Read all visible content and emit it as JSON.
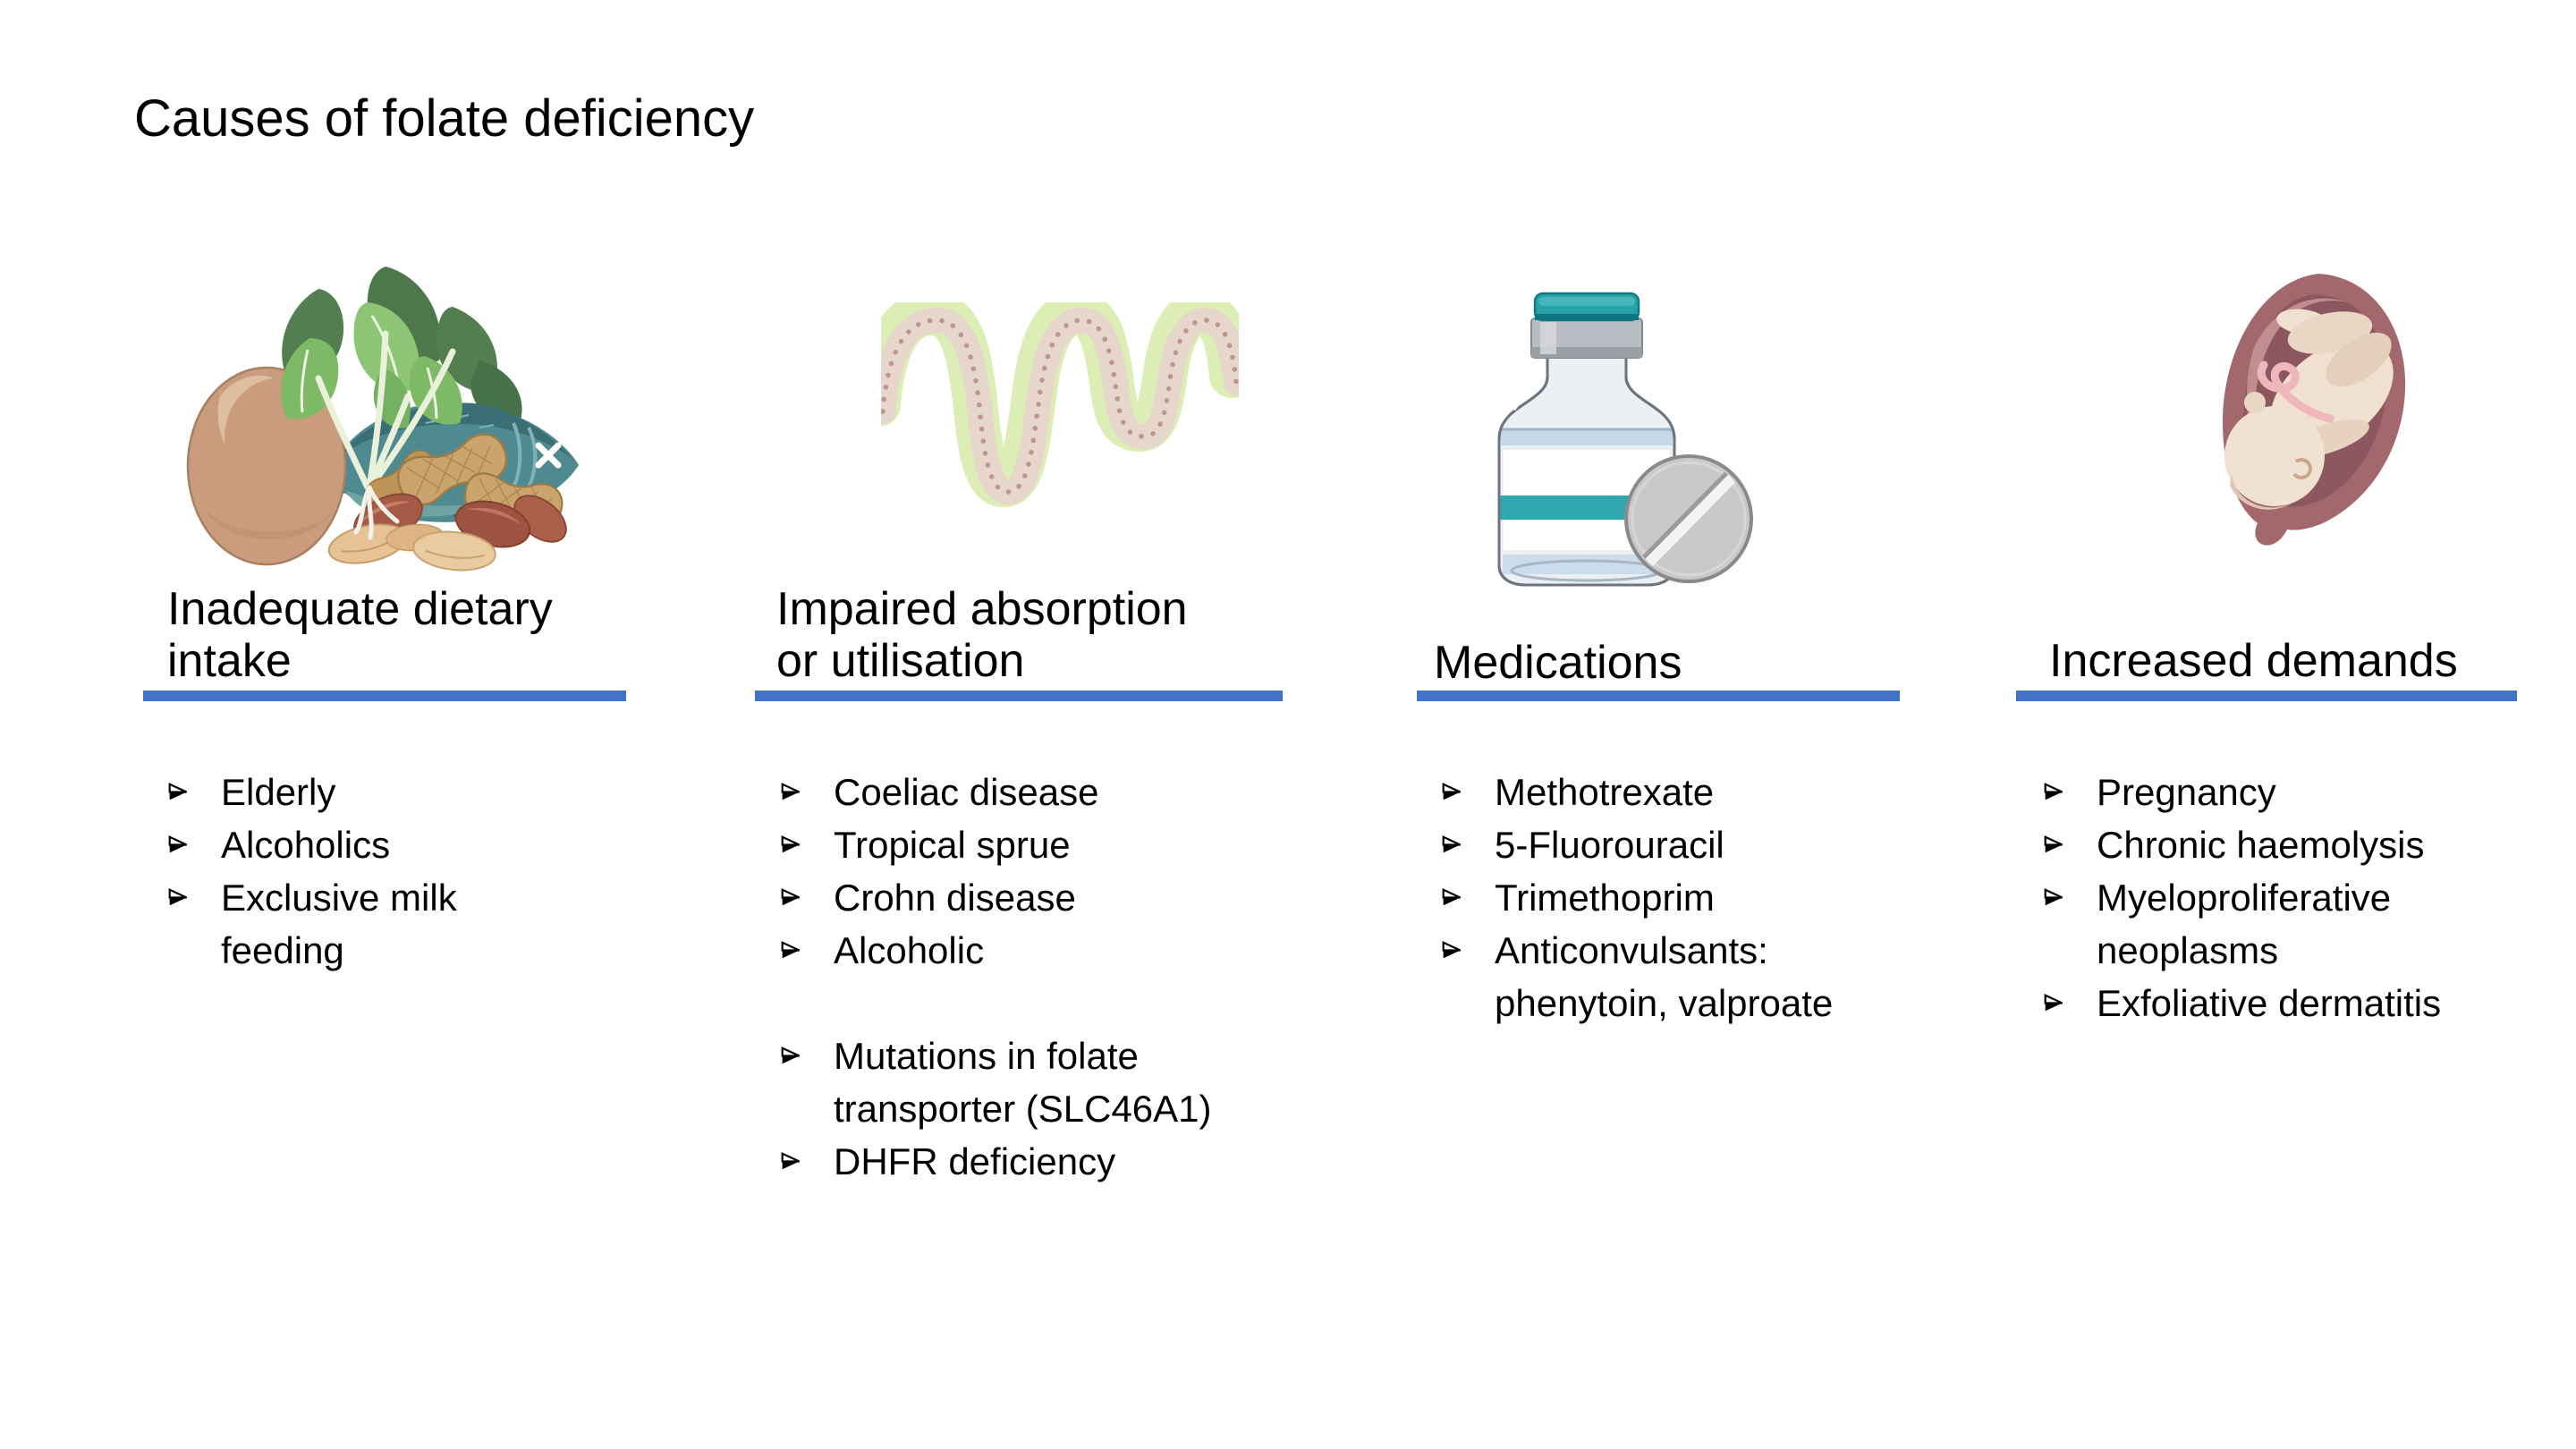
{
  "title": "Causes of folate deficiency",
  "accent_color": "#4472C4",
  "columns": [
    {
      "heading": "Inadequate dietary intake",
      "icon": "food-illustration",
      "items": [
        "Elderly",
        "Alcoholics",
        "Exclusive milk feeding"
      ]
    },
    {
      "heading": "Impaired absorption or utilisation",
      "icon": "intestine-illustration",
      "items": [
        "Coeliac disease",
        "Tropical sprue",
        "Crohn disease",
        "Alcoholic",
        "Mutations in folate transporter (SLC46A1)",
        "DHFR deficiency"
      ]
    },
    {
      "heading": "Medications",
      "icon": "medication-vial-and-pill-illustration",
      "items": [
        "Methotrexate",
        "5-Fluorouracil",
        "Trimethoprim",
        "Anticonvulsants: phenytoin, valproate"
      ]
    },
    {
      "heading": "Increased demands",
      "icon": "fetus-in-uterus-illustration",
      "items": [
        "Pregnancy",
        "Chronic haemolysis",
        "Myeloproliferative neoplasms",
        "Exfoliative dermatitis"
      ]
    }
  ]
}
